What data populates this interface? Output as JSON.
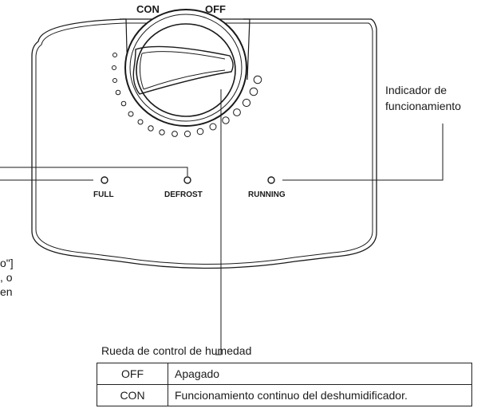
{
  "dial": {
    "con_label": "CON",
    "off_label": "OFF"
  },
  "indicators": [
    {
      "id": "full",
      "label": "FULL"
    },
    {
      "id": "defrost",
      "label": "DEFROST"
    },
    {
      "id": "running",
      "label": "RUNNING"
    }
  ],
  "callouts": {
    "running_line1": "Indicador de",
    "running_line2": "funcionamiento",
    "left_fragment1": "o\"]",
    "left_fragment2": ", o",
    "left_fragment3": "en",
    "humidity_wheel": "Rueda de control de humedad"
  },
  "legend": [
    {
      "code": "OFF",
      "desc": "Apagado"
    },
    {
      "code": "CON",
      "desc": "Funcionamiento continuo del deshumidificador."
    }
  ]
}
